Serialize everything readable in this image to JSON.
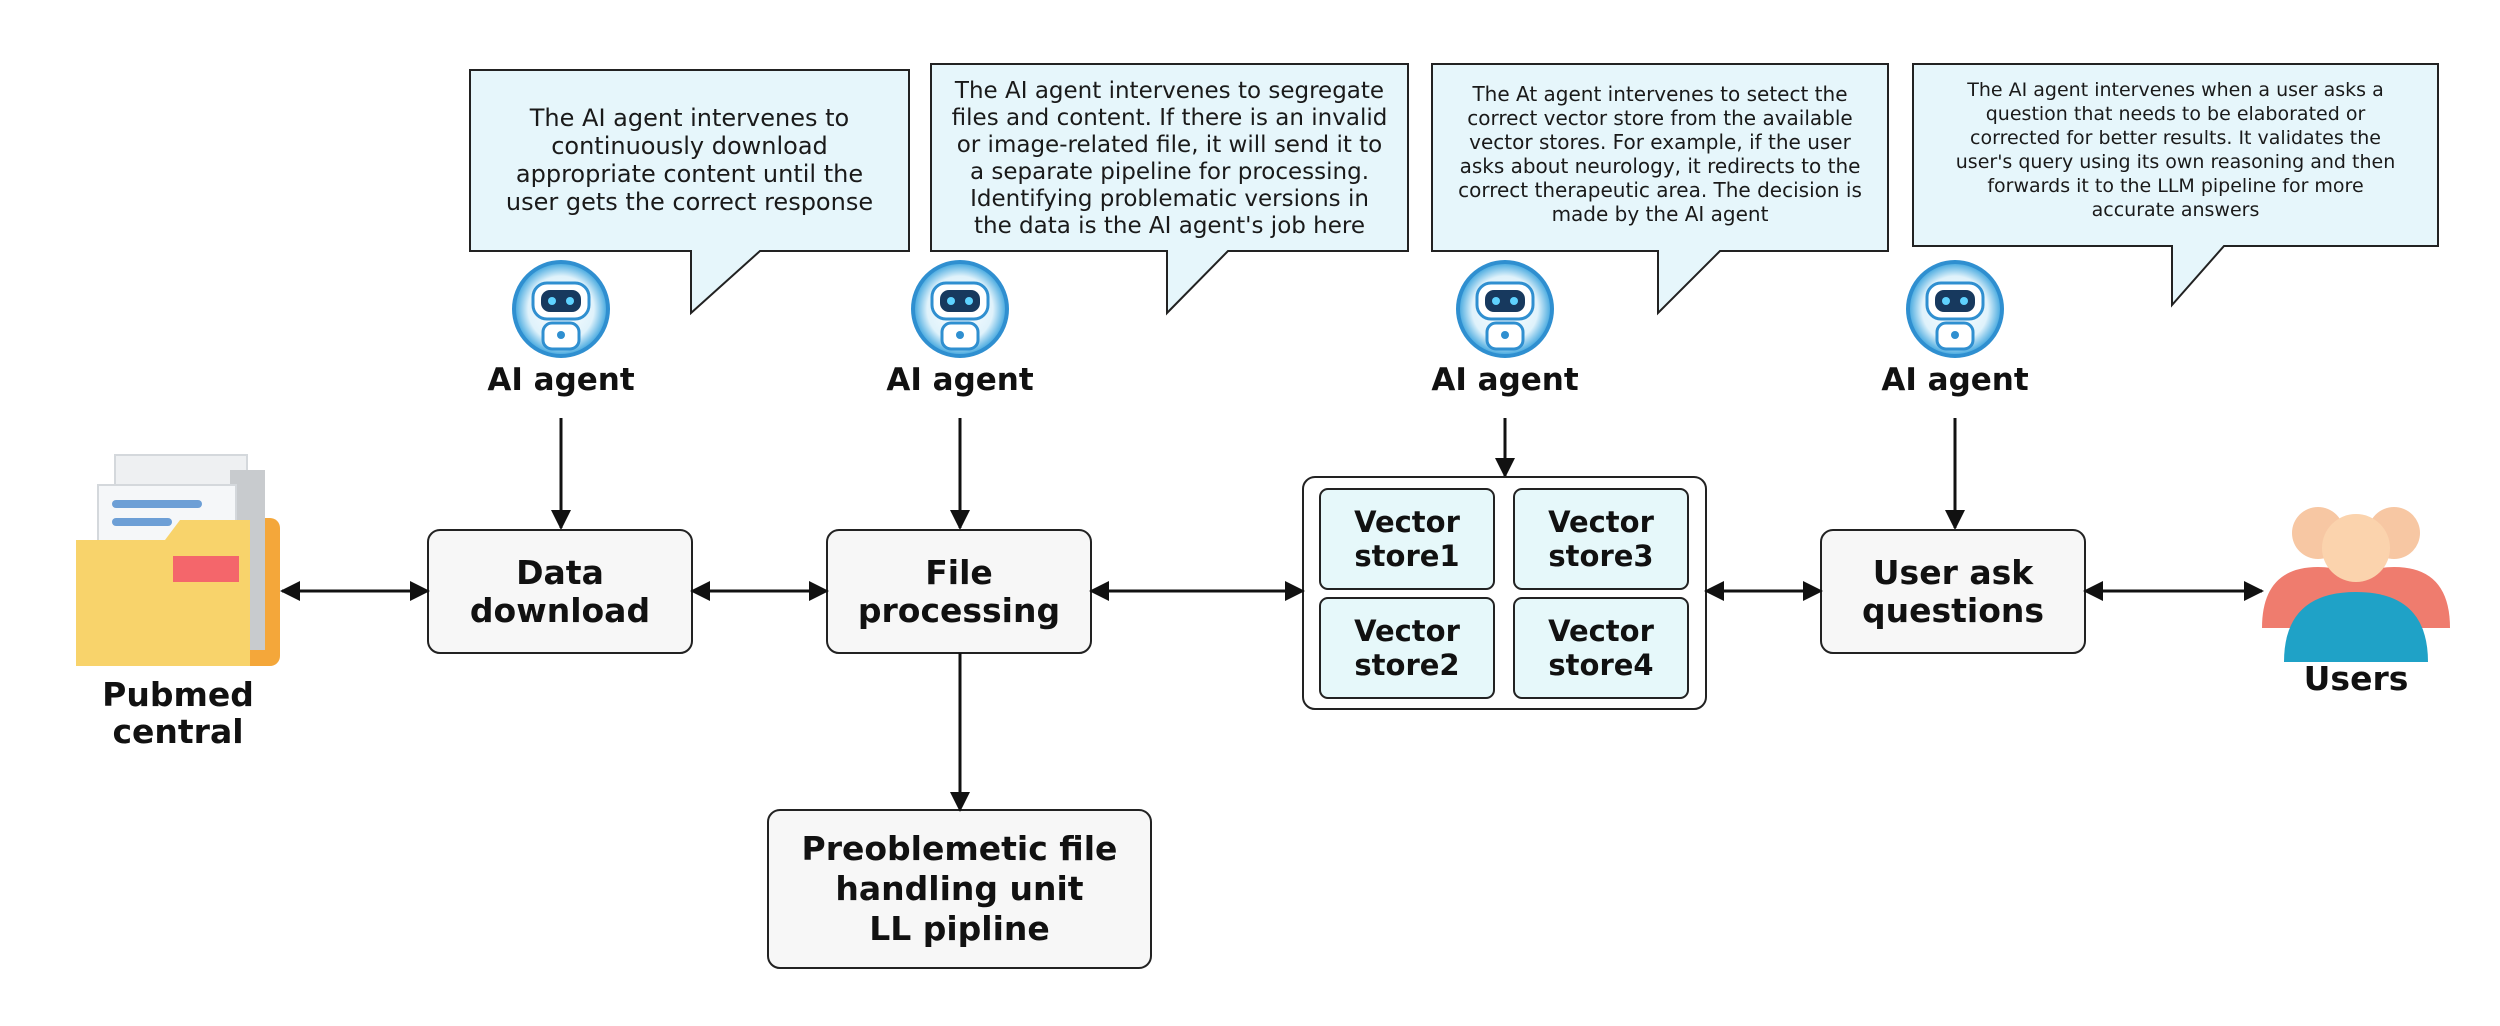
{
  "bubbles": [
    "The AI agent intervenes to\ncontinuously download\nappropriate content until the\nuser gets the correct response",
    "The AI agent intervenes to segregate\nfiles and content. If there is an invalid\nor image-related file, it will send it to\na separate pipeline for processing.\nIdentifying problematic versions in\nthe data is the AI agent's job here",
    "The At agent intervenes to setect the\ncorrect vector store from the available\nvector stores. For example, if the user\nasks about neurology, it redirects to the\ncorrect therapeutic area. The decision is\nmade by the AI agent",
    "The AI agent intervenes when a user asks a\nquestion that needs to be elaborated or\ncorrected for better results. It validates the\nuser's query using its own reasoning and then\nforwards it to the LLM pipeline for more\naccurate answers"
  ],
  "agent_label": "AI agent",
  "nodes": {
    "source": "Pubmed\ncentral",
    "download": "Data\ndownload",
    "processing": "File\nprocessing",
    "problem_unit": "Preoblemetic file\nhandling unit\nLL pipline",
    "user_questions": "User ask\nquestions",
    "users": "Users"
  },
  "vector_stores": [
    "Vector\nstore1",
    "Vector\nstore3",
    "Vector\nstore2",
    "Vector\nstore4"
  ],
  "colors": {
    "bubble_fill": "#e6f6fb",
    "box_fill": "#f7f7f7",
    "vector_fill": "#e6f8fa",
    "folder_yellow": "#f8d36b",
    "folder_orange": "#f4a73a",
    "user_front": "#1fa2c7",
    "user_back": "#ef7c6e"
  }
}
